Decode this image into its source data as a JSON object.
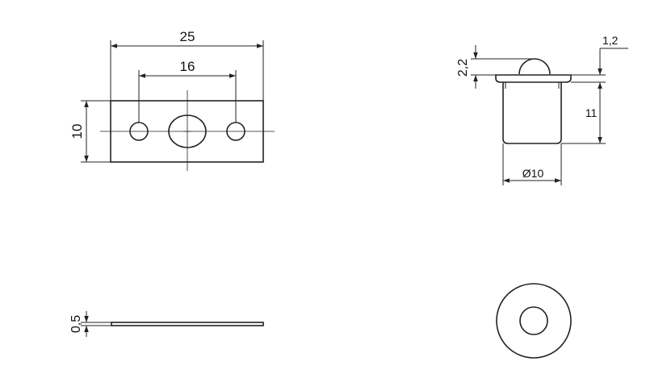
{
  "dimensions": {
    "plate_length": "25",
    "hole_spacing": "16",
    "plate_height": "10",
    "plate_thickness": "0,5",
    "ball_protrusion": "2,2",
    "flange_thickness": "1,2",
    "body_height": "11",
    "body_diameter": "Ø10"
  }
}
